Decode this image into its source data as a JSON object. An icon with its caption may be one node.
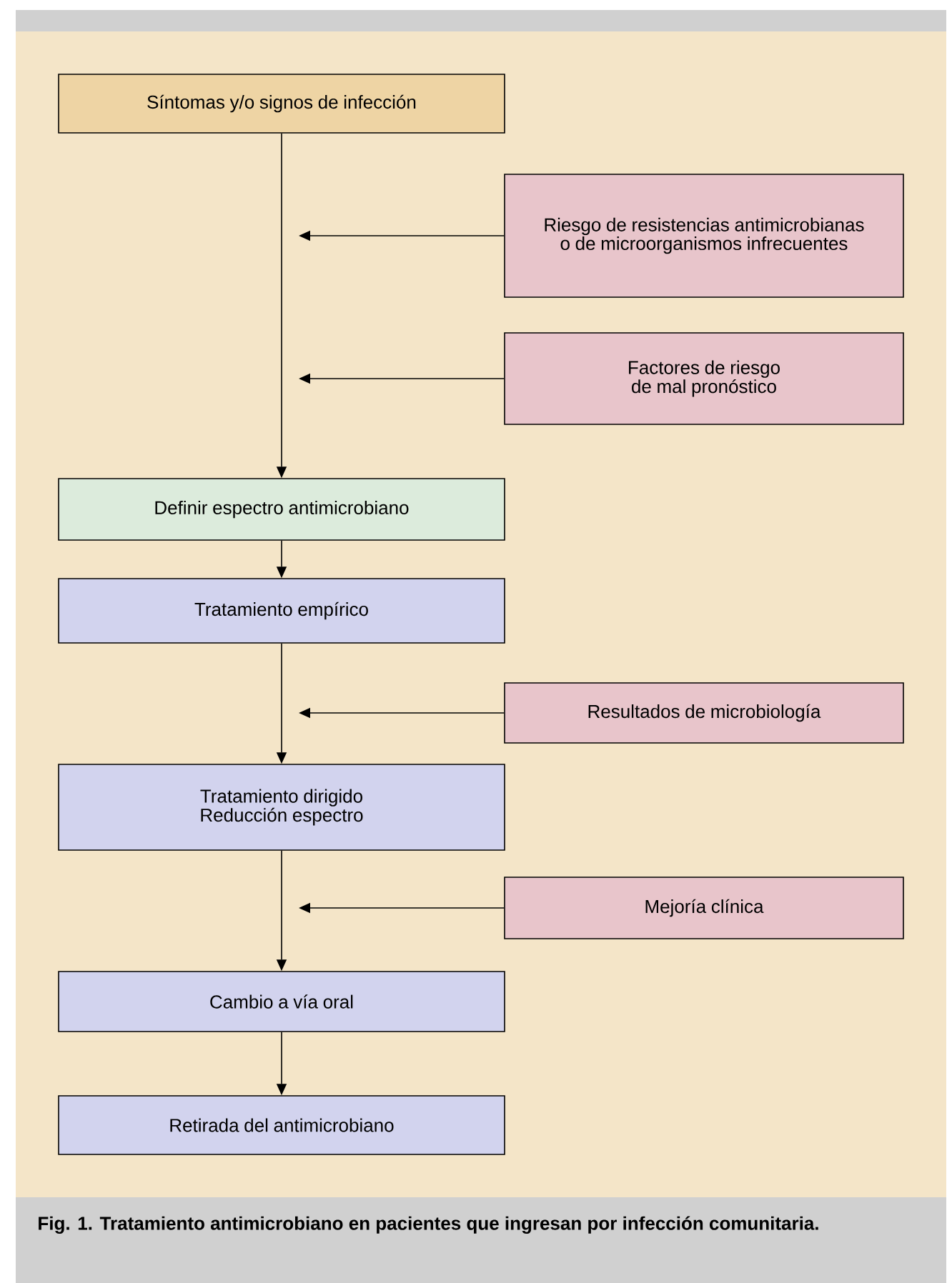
{
  "diagram": {
    "caption": "Fig. 1. Tratamiento antimicrobiano en pacientes que ingresan por infección comunitaria.",
    "nodes": [
      {
        "text": [
          "Síntomas y/o signos de infección"
        ]
      },
      {
        "text": [
          "Riesgo de resistencias antimicrobianas o de microorganismos infrecuentes"
        ]
      },
      {
        "text": [
          "Factores de riesgo de mal pronóstico"
        ]
      },
      {
        "text": [
          "Definir espectro antimicrobiano"
        ]
      },
      {
        "text": [
          "Tratamiento empírico"
        ]
      },
      {
        "text": [
          "Resultados de microbiología"
        ]
      },
      {
        "text": [
          "Tratamiento dirigido",
          "Reducción espectro"
        ]
      },
      {
        "text": [
          "Mejoría clínica"
        ]
      },
      {
        "text": [
          "Cambio a vía oral"
        ]
      },
      {
        "text": [
          "Retirada del antimicrobiano"
        ]
      }
    ],
    "edges": [
      {
        "from": 0,
        "to": 3,
        "arrow": "to"
      },
      {
        "from": 1,
        "to": null,
        "arrow": "to"
      },
      {
        "from": 2,
        "to": null,
        "arrow": "to"
      },
      {
        "from": 3,
        "to": 4,
        "arrow": "to"
      },
      {
        "from": 4,
        "to": 6,
        "arrow": "to"
      },
      {
        "from": 5,
        "to": null,
        "arrow": "to"
      },
      {
        "from": 6,
        "to": 8,
        "arrow": "to"
      },
      {
        "from": 7,
        "to": null,
        "arrow": "to"
      },
      {
        "from": 8,
        "to": 9,
        "arrow": "to"
      }
    ]
  }
}
